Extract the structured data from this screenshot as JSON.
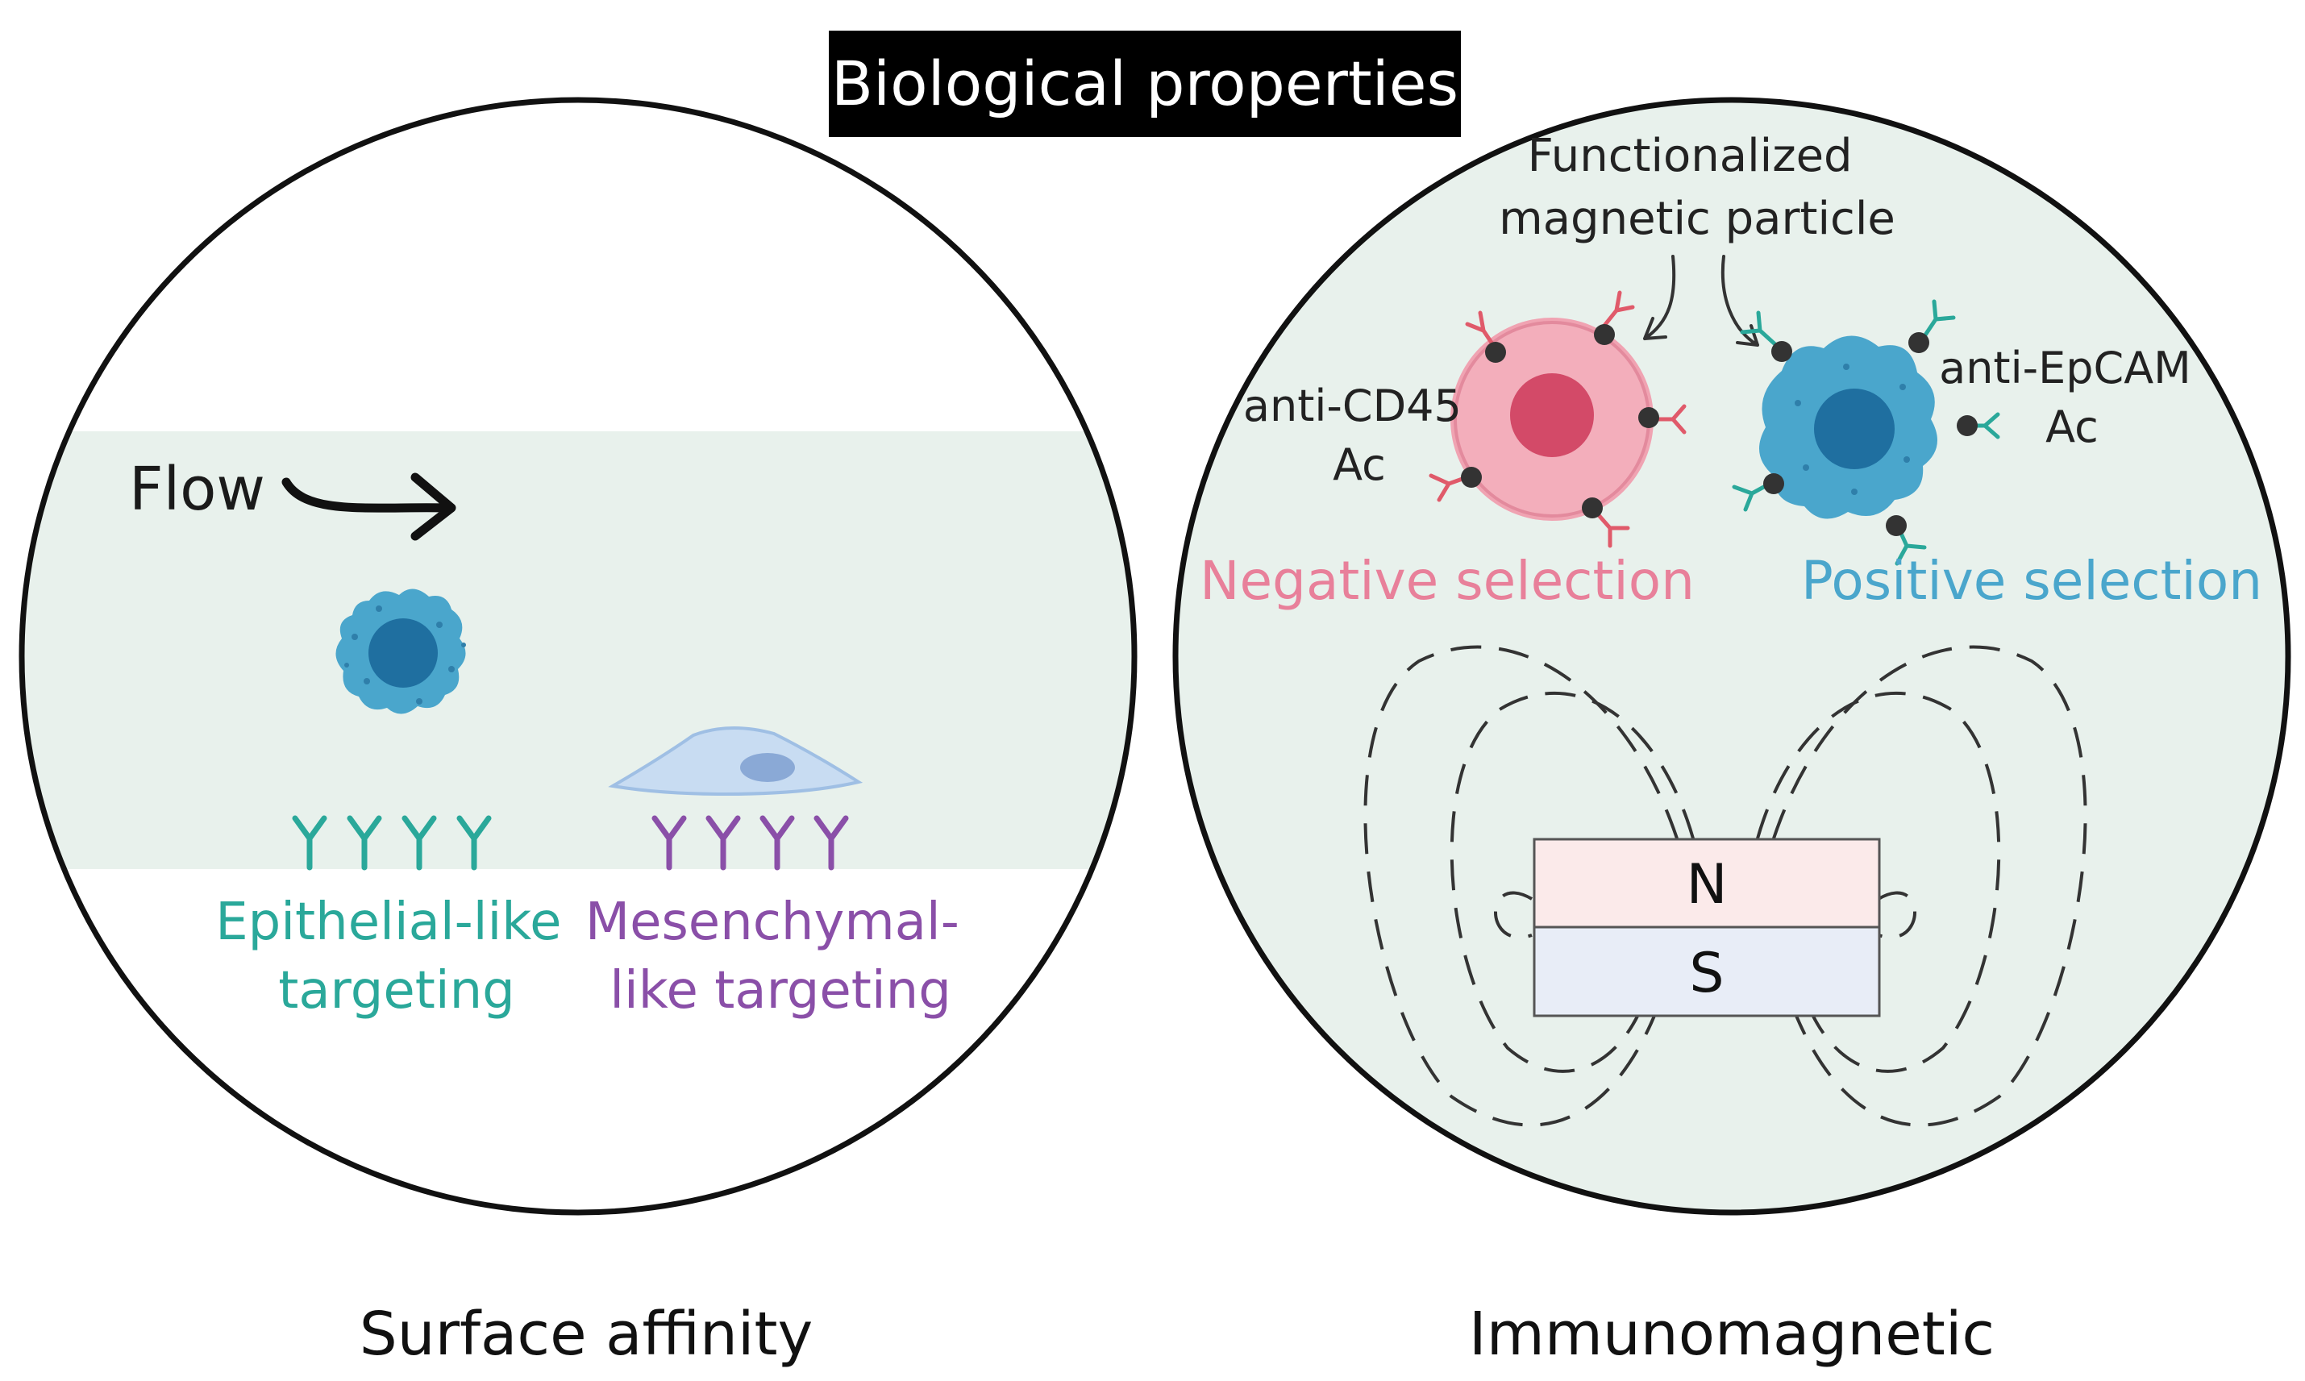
{
  "title": "Biological properties",
  "left_panel": {
    "flow_label": "Flow",
    "epithelial_label": [
      "Epithelial-like",
      "targeting"
    ],
    "mesenchymal_label": [
      "Mesenchymal-",
      "like targeting"
    ],
    "caption": "Surface affinity"
  },
  "right_panel": {
    "particle_label": [
      "Functionalized",
      "magnetic particle"
    ],
    "cd45_label": [
      "anti-CD45",
      "Ac"
    ],
    "epcam_label": [
      "anti-EpCAM",
      "Ac"
    ],
    "negative_label": "Negative selection",
    "positive_label": "Positive selection",
    "magnet_north": "N",
    "magnet_south": "S",
    "caption": "Immunomagnetic"
  },
  "colors": {
    "panel_bg": "#e8f1ec",
    "epithelial": "#2aa89a",
    "mesenchymal": "#8a4fa8",
    "negative": "#e8809a",
    "positive": "#4aa6cc",
    "magnet_north": "#fbeaea",
    "magnet_south": "#e8edf7"
  }
}
